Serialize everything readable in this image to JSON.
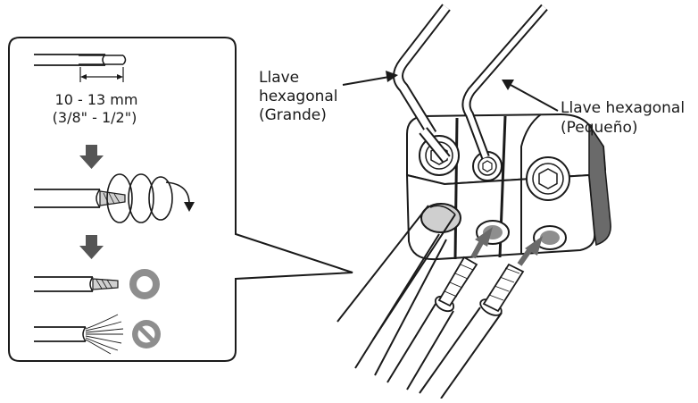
{
  "dimension": {
    "metric": "10 - 13 mm",
    "imperial": "(3/8\" - 1/2\")"
  },
  "labels": {
    "large_key_line1": "Llave",
    "large_key_line2": "hexagonal",
    "large_key_line3": "(Grande)",
    "small_key_line1": "Llave hexagonal",
    "small_key_line2": "(Pequeño)"
  },
  "icons": {
    "ok": "ok-circle-icon",
    "prohibited": "prohibited-icon",
    "step_arrow": "down-arrow-icon"
  },
  "colors": {
    "line": "#1a1a1a",
    "gray": "#8e8e8e",
    "dark_gray": "#6a6a6a",
    "light_gray": "#cfcfcf"
  }
}
